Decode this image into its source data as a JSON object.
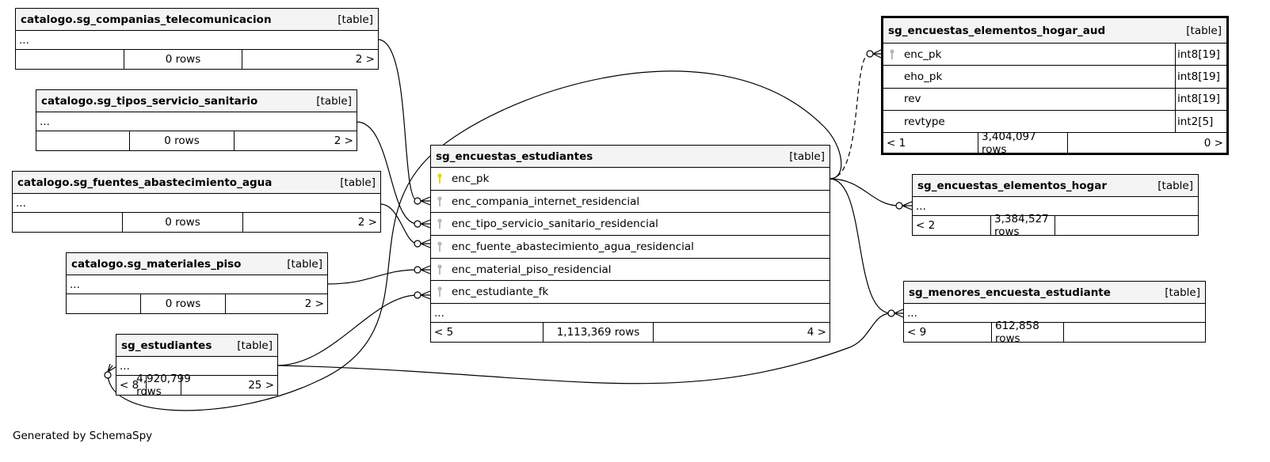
{
  "footer_text": "Generated by SchemaSpy",
  "tables": [
    {
      "name": "catalogo.sg_companias_telecomunicacion",
      "kind": "[table]",
      "columns": [
        {
          "name": "...",
          "key": "none"
        }
      ],
      "parents": "",
      "rows": "0 rows",
      "children": "2 >"
    },
    {
      "name": "catalogo.sg_tipos_servicio_sanitario",
      "kind": "[table]",
      "columns": [
        {
          "name": "...",
          "key": "none"
        }
      ],
      "parents": "",
      "rows": "0 rows",
      "children": "2 >"
    },
    {
      "name": "catalogo.sg_fuentes_abastecimiento_agua",
      "kind": "[table]",
      "columns": [
        {
          "name": "...",
          "key": "none"
        }
      ],
      "parents": "",
      "rows": "0 rows",
      "children": "2 >"
    },
    {
      "name": "catalogo.sg_materiales_piso",
      "kind": "[table]",
      "columns": [
        {
          "name": "...",
          "key": "none"
        }
      ],
      "parents": "",
      "rows": "0 rows",
      "children": "2 >"
    },
    {
      "name": "sg_estudiantes",
      "kind": "[table]",
      "columns": [
        {
          "name": "...",
          "key": "none"
        }
      ],
      "parents": "< 8",
      "rows": "4,920,799 rows",
      "children": "25 >"
    },
    {
      "name": "sg_encuestas_estudiantes",
      "kind": "[table]",
      "columns": [
        {
          "name": "enc_pk",
          "key": "pk"
        },
        {
          "name": "enc_compania_internet_residencial",
          "key": "fk"
        },
        {
          "name": "enc_tipo_servicio_sanitario_residencial",
          "key": "fk"
        },
        {
          "name": "enc_fuente_abastecimiento_agua_residencial",
          "key": "fk"
        },
        {
          "name": "enc_material_piso_residencial",
          "key": "fk"
        },
        {
          "name": "enc_estudiante_fk",
          "key": "fk"
        },
        {
          "name": "...",
          "key": "none"
        }
      ],
      "parents": "< 5",
      "rows": "1,113,369 rows",
      "children": "4 >"
    },
    {
      "name": "sg_encuestas_elementos_hogar_aud",
      "kind": "[table]",
      "columns": [
        {
          "name": "enc_pk",
          "key": "fk",
          "type": "int8[19]"
        },
        {
          "name": "eho_pk",
          "key": "blank",
          "type": "int8[19]"
        },
        {
          "name": "rev",
          "key": "blank",
          "type": "int8[19]"
        },
        {
          "name": "revtype",
          "key": "blank",
          "type": "int2[5]"
        }
      ],
      "parents": "< 1",
      "rows": "3,404,097 rows",
      "children": "0 >"
    },
    {
      "name": "sg_encuestas_elementos_hogar",
      "kind": "[table]",
      "columns": [
        {
          "name": "...",
          "key": "none"
        }
      ],
      "parents": "< 2",
      "rows": "3,384,527 rows",
      "children": ""
    },
    {
      "name": "sg_menores_encuesta_estudiante",
      "kind": "[table]",
      "columns": [
        {
          "name": "...",
          "key": "none"
        }
      ],
      "parents": "< 9",
      "rows": "612,858 rows",
      "children": ""
    }
  ],
  "colors": {
    "pk_key": "#e3d800",
    "fk_key": "#b8b8b8",
    "header_bg": "#f4f4f4"
  }
}
